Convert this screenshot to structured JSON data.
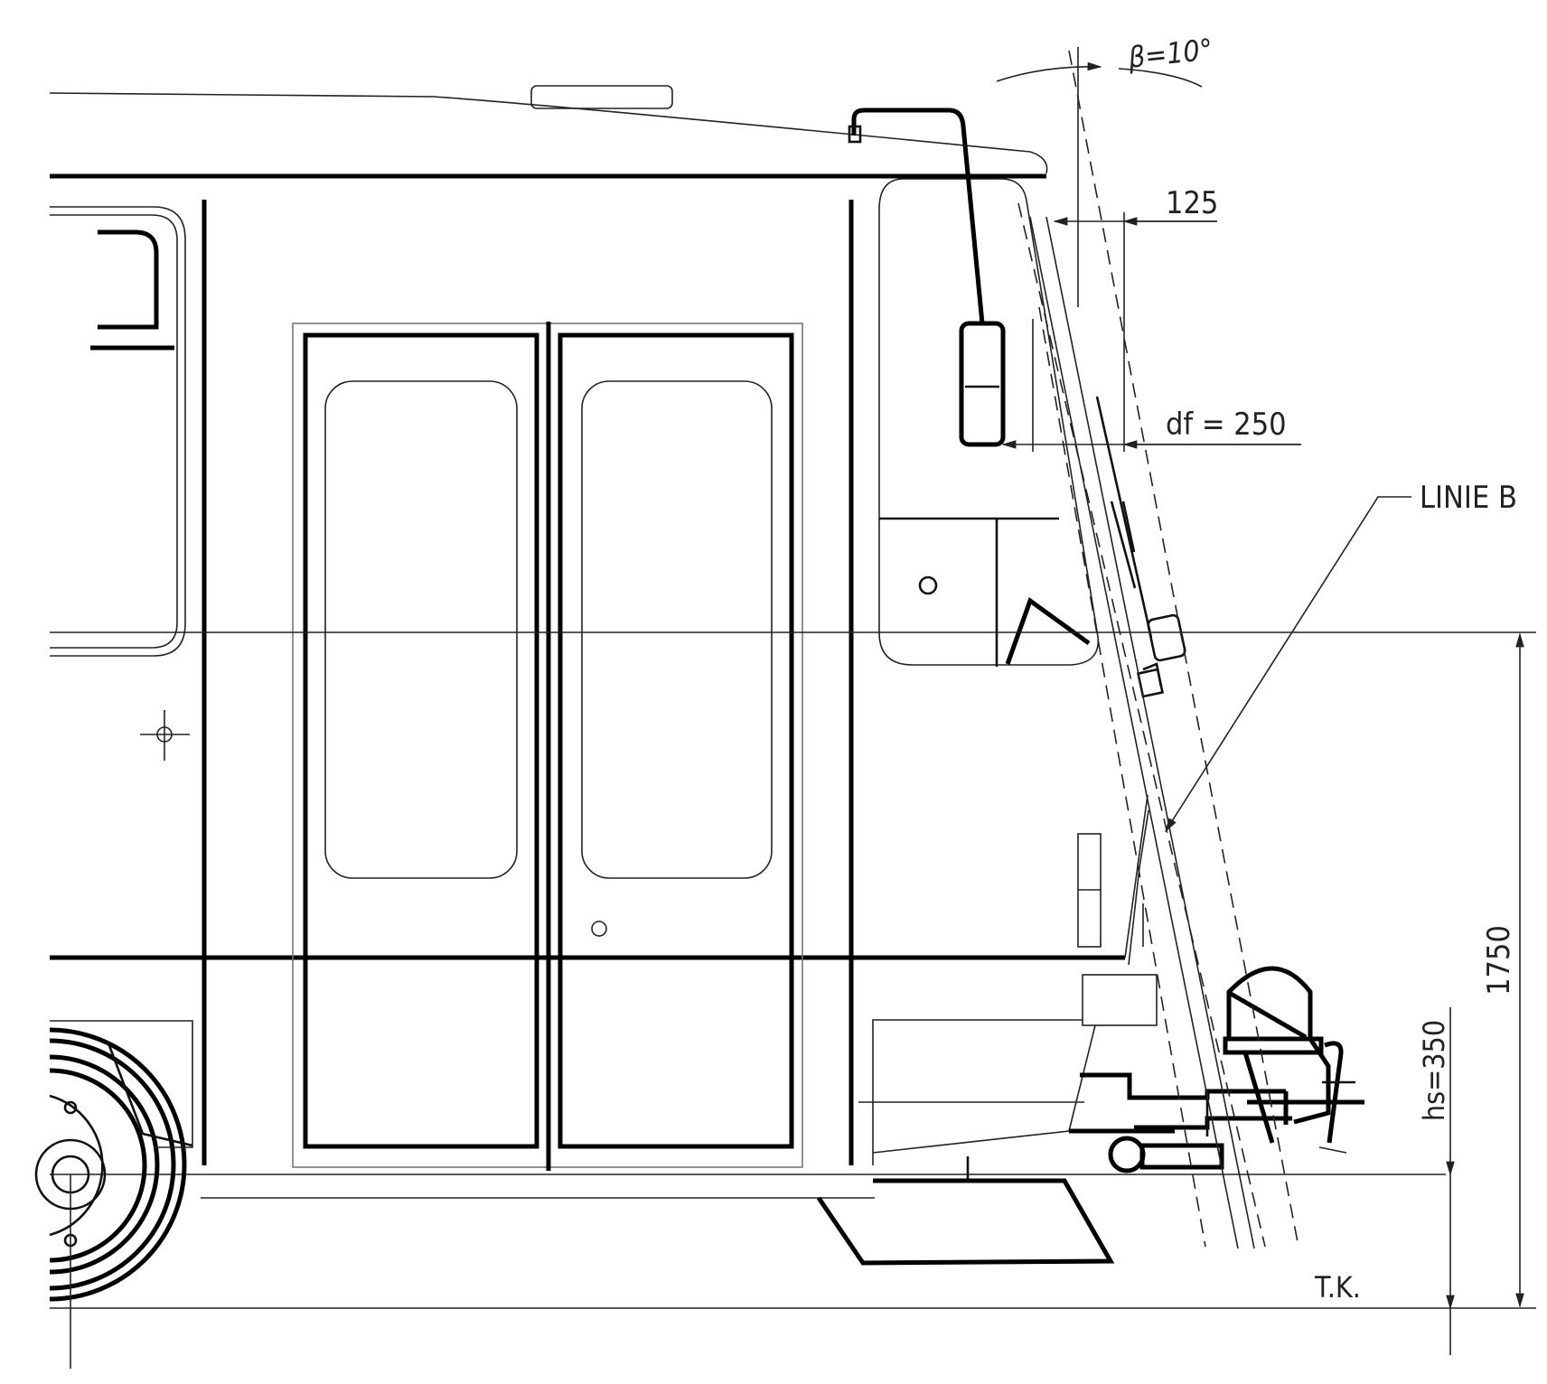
{
  "labels": {
    "angle": "β=10°",
    "offset_top": "125",
    "df": "df = 250",
    "line_b": "LINIE B",
    "height_total": "1750",
    "hs": "hs=350",
    "tk": "T.K."
  }
}
